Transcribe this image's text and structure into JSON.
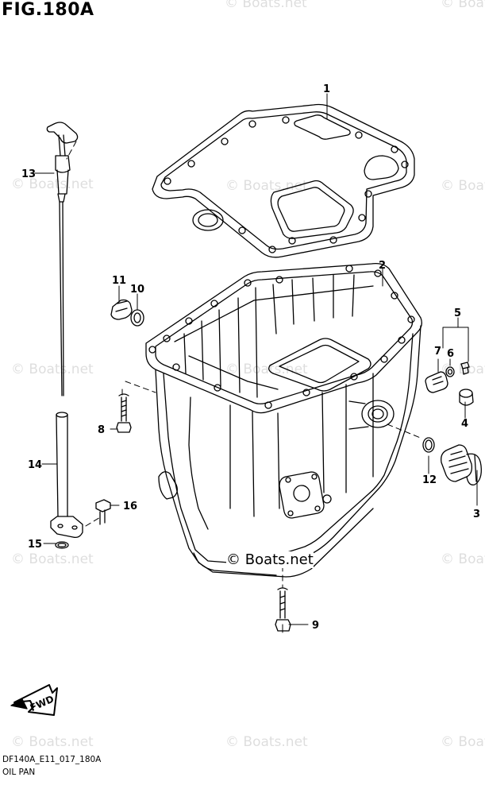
{
  "figure": {
    "title": "FIG.180A",
    "code": "DF140A_E11_017_180A",
    "name": "OIL PAN"
  },
  "watermark": {
    "text": "© Boats.net",
    "primary_text": "© Boats.net"
  },
  "fwd_label": "FWD",
  "callouts": [
    "1",
    "2",
    "3",
    "4",
    "5",
    "6",
    "7",
    "8",
    "9",
    "10",
    "11",
    "12",
    "13",
    "14",
    "15",
    "16"
  ]
}
